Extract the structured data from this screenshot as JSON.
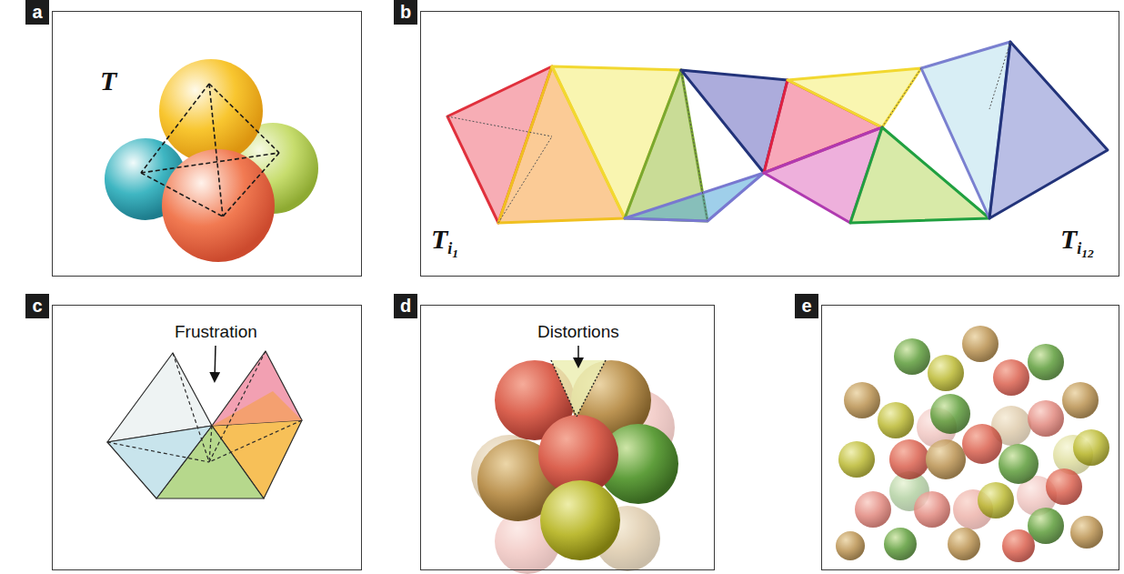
{
  "diagram": {
    "nodes": [
      {
        "text": [
          "a"
        ]
      },
      {
        "text": [
          "b"
        ]
      },
      {
        "text": [
          "c"
        ]
      },
      {
        "text": [
          "d"
        ]
      },
      {
        "text": [
          "e"
        ]
      }
    ],
    "labels": [
      "T",
      "Ti1",
      "Ti12",
      "Frustration",
      "Distortions"
    ]
  }
}
